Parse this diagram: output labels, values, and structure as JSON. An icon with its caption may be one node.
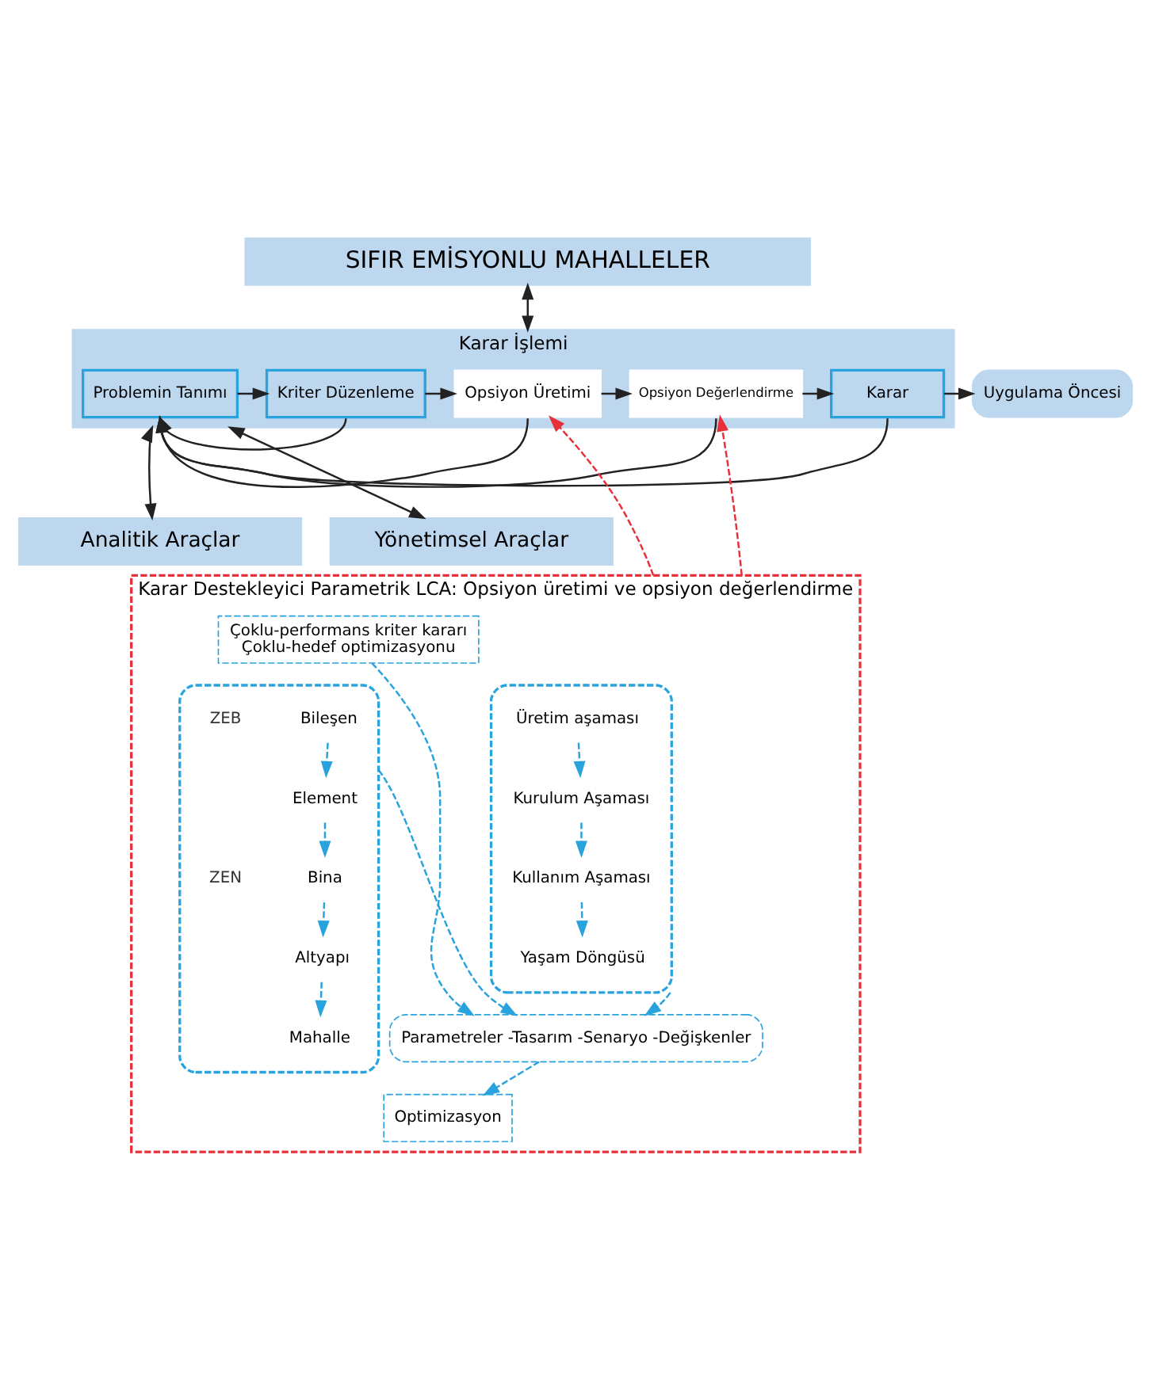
{
  "diagram": {
    "nodes": [
      {
        "text": [
          "SIFIR EMİSYONLU MAHALLELER"
        ]
      },
      {
        "text": [
          "Karar İşlemi"
        ]
      },
      {
        "text": [
          "Problemin Tanımı"
        ],
        "in": 1
      },
      {
        "text": [
          "Kriter Düzenleme"
        ],
        "in": 1
      },
      {
        "text": [
          "Opsiyon Üretimi"
        ],
        "in": 1
      },
      {
        "text": [
          "Opsiyon Değerlendirme"
        ],
        "in": 1
      },
      {
        "text": [
          "Karar"
        ],
        "in": 1
      },
      {
        "text": [
          "Uygulama Öncesi"
        ]
      },
      {
        "text": [
          "Analitik Araçlar"
        ]
      },
      {
        "text": [
          "Yönetimsel Araçlar"
        ]
      },
      {
        "text": [
          "Karar Destekleyici Parametrik LCA: Opsiyon üretimi ve opsiyon değerlendirme"
        ]
      },
      {
        "text": [
          "Çoklu-performans kriter kararı",
          "Çoklu-hedef optimizasyonu"
        ],
        "in": 10
      },
      {
        "text": [],
        "shape": "box",
        "in": 10
      },
      {
        "text": [
          "Bileşen"
        ],
        "in": 12
      },
      {
        "text": [
          "Element"
        ],
        "in": 12
      },
      {
        "text": [
          "Bina"
        ],
        "in": 12
      },
      {
        "text": [
          "Altyapı"
        ],
        "in": 12
      },
      {
        "text": [
          "Mahalle"
        ],
        "in": 12
      },
      {
        "text": [
          "Parametreler -Tasarım -Senaryo -Değişkenler"
        ],
        "in": 10
      },
      {
        "text": [],
        "shape": "box",
        "in": 10
      },
      {
        "text": [
          "Üretim aşaması"
        ],
        "in": 19
      },
      {
        "text": [
          "Kurulum Aşaması"
        ],
        "in": 19
      },
      {
        "text": [
          "Kullanım Aşaması"
        ],
        "in": 19
      },
      {
        "text": [
          "Yaşam Döngüsü"
        ],
        "in": 19
      },
      {
        "text": [
          "Optimizasyon"
        ],
        "in": 10
      }
    ],
    "edges": [
      {
        "from": 0,
        "to": 1,
        "arrow": "both"
      },
      {
        "from": 2,
        "to": 3,
        "arrow": "to"
      },
      {
        "from": 3,
        "to": 4,
        "arrow": "to"
      },
      {
        "from": 4,
        "to": 5,
        "arrow": "to"
      },
      {
        "from": 5,
        "to": 6,
        "arrow": "to"
      },
      {
        "from": 6,
        "to": 7,
        "arrow": "to"
      },
      {
        "from": 3,
        "to": 2,
        "arrow": "to"
      },
      {
        "from": 4,
        "to": 2,
        "arrow": "to"
      },
      {
        "from": 5,
        "to": 2,
        "arrow": "to"
      },
      {
        "from": 6,
        "to": 2,
        "arrow": "to"
      },
      {
        "from": 1,
        "to": 8,
        "arrow": "both"
      },
      {
        "from": 1,
        "to": 9,
        "arrow": "both"
      },
      {
        "from": 10,
        "to": 4,
        "arrow": "to",
        "style": "dashed",
        "color": "#e8303a"
      },
      {
        "from": 10,
        "to": 5,
        "arrow": "to",
        "style": "dashed",
        "color": "#e8303a"
      },
      {
        "from": 11,
        "to": 18,
        "arrow": "to",
        "style": "dashed",
        "color": "#29a3dd"
      },
      {
        "from": 12,
        "to": 18,
        "arrow": "to",
        "style": "dashed",
        "color": "#29a3dd"
      },
      {
        "from": 19,
        "to": 18,
        "arrow": "to",
        "style": "dashed",
        "color": "#29a3dd"
      },
      {
        "from": 18,
        "to": 24,
        "arrow": "to",
        "style": "dashed",
        "color": "#29a3dd"
      },
      {
        "from": 13,
        "to": 14,
        "arrow": "to",
        "style": "dashed",
        "color": "#29a3dd"
      },
      {
        "from": 14,
        "to": 15,
        "arrow": "to",
        "style": "dashed",
        "color": "#29a3dd"
      },
      {
        "from": 15,
        "to": 16,
        "arrow": "to",
        "style": "dashed",
        "color": "#29a3dd"
      },
      {
        "from": 16,
        "to": 17,
        "arrow": "to",
        "style": "dashed",
        "color": "#29a3dd"
      },
      {
        "from": 20,
        "to": 21,
        "arrow": "to",
        "style": "dashed",
        "color": "#29a3dd"
      },
      {
        "from": 21,
        "to": 22,
        "arrow": "to",
        "style": "dashed",
        "color": "#29a3dd"
      },
      {
        "from": 22,
        "to": 23,
        "arrow": "to",
        "style": "dashed",
        "color": "#29a3dd"
      }
    ],
    "labels": [
      "ZEB",
      "ZEN"
    ]
  }
}
